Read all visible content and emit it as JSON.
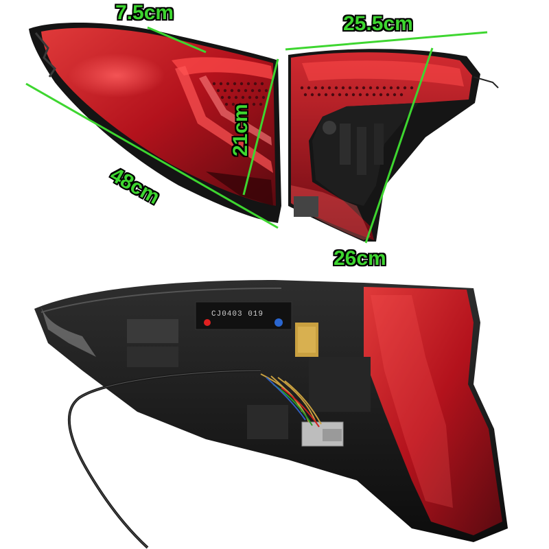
{
  "image": {
    "subject": "pair of red LED tail light units with dimension callouts",
    "colors": {
      "lens_red": "#b3121c",
      "dark_red": "#5a0a10",
      "housing": "#1a1a1a",
      "dimension_line": "#3ed630",
      "background": "#ffffff"
    }
  },
  "dimensions": {
    "width_top": "7.5cm",
    "length_outer": "48cm",
    "height": "21cm",
    "length_inner_top": "25.5cm",
    "length_inner_bottom": "26cm"
  },
  "housing_label": "CJ0403 019"
}
